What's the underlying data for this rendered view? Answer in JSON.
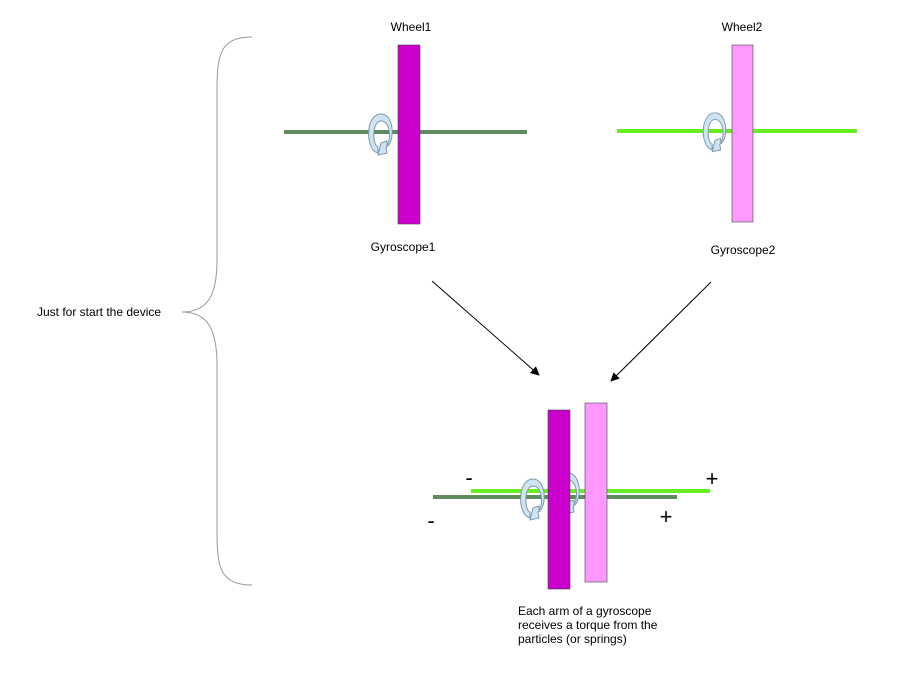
{
  "labels": {
    "wheel1": "Wheel1",
    "wheel2": "Wheel2",
    "gyroscope1": "Gyroscope1",
    "gyroscope2": "Gyroscope2",
    "brace_label": "Just for start the device",
    "caption_line1": "Each arm of a gyroscope",
    "caption_line2": "receives a torque from the",
    "caption_line3": "particles (or springs)"
  },
  "signs": {
    "minus_dark_axle": "-",
    "plus_dark_axle": "+",
    "minus_green_axle": "-",
    "plus_green_axle": "+"
  },
  "colors": {
    "wheel1_fill": "#cc00cc",
    "wheel2_fill": "#ff99ff",
    "axle1": "#5e8c5e",
    "axle2": "#66ee22",
    "rotation_arrow_fill": "#cfe4f0",
    "rotation_arrow_stroke": "#7a9aaa",
    "brace": "#999999",
    "pointer_arrow": "#000000"
  },
  "icons": {
    "rotation": "curved-rotation-arrow-icon"
  }
}
